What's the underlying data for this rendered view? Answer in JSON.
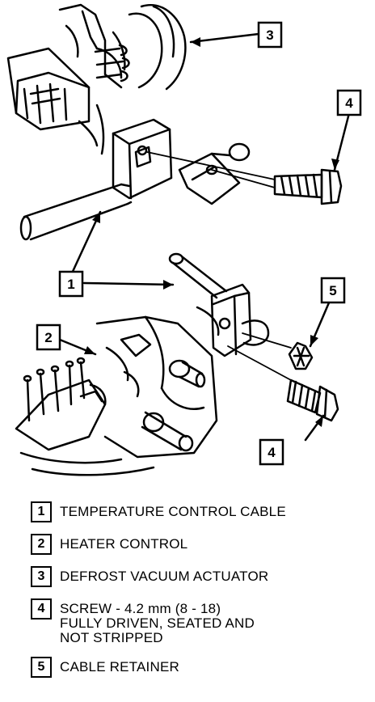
{
  "callouts": [
    {
      "num": "3"
    },
    {
      "num": "4"
    },
    {
      "num": "1"
    },
    {
      "num": "5"
    },
    {
      "num": "2"
    },
    {
      "num": "4"
    }
  ],
  "legend": [
    {
      "num": "1",
      "lines": [
        "TEMPERATURE CONTROL CABLE"
      ]
    },
    {
      "num": "2",
      "lines": [
        "HEATER CONTROL"
      ]
    },
    {
      "num": "3",
      "lines": [
        "DEFROST VACUUM ACTUATOR"
      ]
    },
    {
      "num": "4",
      "lines": [
        "SCREW - 4.2 mm (8 - 18)",
        "FULLY DRIVEN, SEATED AND",
        "NOT STRIPPED"
      ]
    },
    {
      "num": "5",
      "lines": [
        "CABLE RETAINER"
      ]
    }
  ]
}
